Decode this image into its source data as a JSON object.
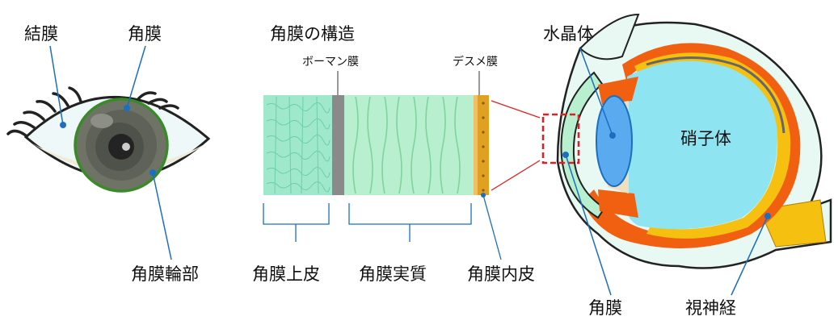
{
  "eye_front": {
    "labels": {
      "conjunctiva": "結膜",
      "cornea": "角膜",
      "limbus": "角膜輪部"
    }
  },
  "cornea_structure": {
    "title": "角膜の構造",
    "bowman": "ボーマン膜",
    "descemet": "デスメ膜",
    "epithelium": "角膜上皮",
    "stroma": "角膜実質",
    "endothelium": "角膜内皮"
  },
  "eye_section": {
    "lens": "水晶体",
    "vitreous": "硝子体",
    "cornea": "角膜",
    "optic_nerve": "視神経"
  },
  "colors": {
    "leader": "#1a6fc0",
    "dot": "#1a6fc0",
    "epithelium": "#9fe8cc",
    "bowman": "#8a8a8a",
    "stroma": "#b8f0cf",
    "endothelium": "#e0a020",
    "vitreous": "#8ee4f0",
    "sclera": "#e8f8f2",
    "choroid_orange": "#f06010",
    "retina_yellow": "#f5c010",
    "iris": "#6f7366",
    "lens": "#5aaaf0",
    "highlight_box": "#e02020"
  }
}
